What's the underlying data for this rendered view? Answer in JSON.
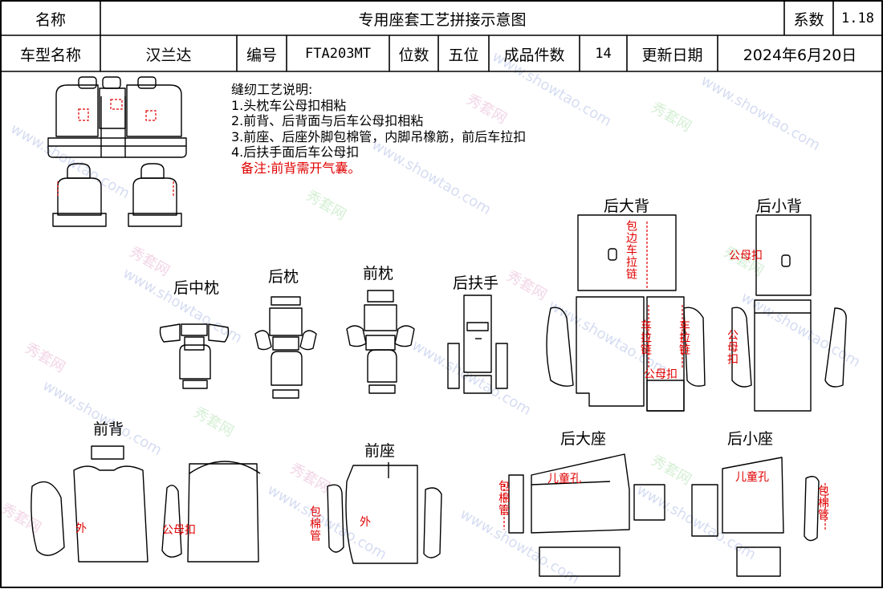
{
  "header": {
    "name_label": "名称",
    "title": "专用座套工艺拼接示意图",
    "coef_label": "系数",
    "coef_value": "1.18",
    "model_label": "车型名称",
    "model_value": "汉兰达",
    "code_label": "编号",
    "code_value": "FTA203MT",
    "seats_label": "位数",
    "seats_value": "五位",
    "pieces_label": "成品件数",
    "pieces_value": "14",
    "date_label": "更新日期",
    "date_value": "2024年6月20日"
  },
  "notes": {
    "heading": "缝纫工艺说明:",
    "line1": "1.头枕车公母扣相粘",
    "line2": "2.前背、后背面与后车公母扣相粘",
    "line3": "3.前座、后座外脚包棉管，内脚吊橡筋，前后车拉扣",
    "line4": "4.后扶手面后车公母扣",
    "remark": "备注:前背需开气囊。"
  },
  "parts": {
    "rear_middle_headrest": "后中枕",
    "rear_headrest": "后枕",
    "front_headrest": "前枕",
    "rear_armrest": "后扶手",
    "rear_big_back": "后大背",
    "rear_small_back": "后小背",
    "front_back": "前背",
    "front_seat": "前座",
    "rear_big_seat": "后大座",
    "rear_small_seat": "后小座"
  },
  "annotations": {
    "big_back_zip": "包边车拉链",
    "small_back_snap": "公母扣",
    "zip_left": "车拉链",
    "zip_right": "车拉链",
    "snap_bottom": "公母扣",
    "small_back_snap2": "公母扣",
    "front_back_out": "外",
    "front_back_snap": "公母扣",
    "front_seat_pipe": "包棉管",
    "front_seat_out": "外",
    "child_hole_big": "儿童孔",
    "child_hole_small": "儿童孔",
    "big_seat_pipe": "包棉管",
    "small_seat_pipe": "包棉管"
  },
  "watermark": {
    "brand": "秀套网",
    "url": "www.showtao.com"
  }
}
